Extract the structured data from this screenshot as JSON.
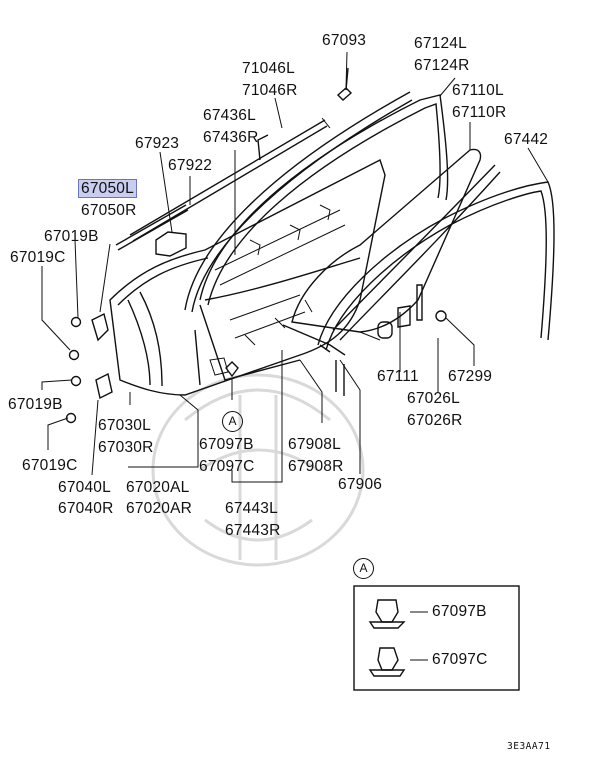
{
  "title_highlighted_part": "67050L",
  "labels": {
    "p67093": "67093",
    "p67124L": "67124L",
    "p67124R": "67124R",
    "p71046L": "71046L",
    "p71046R": "71046R",
    "p67110L": "67110L",
    "p67110R": "67110R",
    "p67436L": "67436L",
    "p67436R": "67436R",
    "p67442": "67442",
    "p67923": "67923",
    "p67922": "67922",
    "p67050L": "67050L",
    "p67050R": "67050R",
    "p67019B_a": "67019B",
    "p67019C_a": "67019C",
    "p67019B_b": "67019B",
    "p67019C_b": "67019C",
    "p67030L": "67030L",
    "p67030R": "67030R",
    "p67040L": "67040L",
    "p67040R": "67040R",
    "p67020AL": "67020AL",
    "p67020AR": "67020AR",
    "p67097B": "67097B",
    "p67097C": "67097C",
    "p67443L": "67443L",
    "p67443R": "67443R",
    "p67908L": "67908L",
    "p67908R": "67908R",
    "p67906": "67906",
    "p67111": "67111",
    "p67299": "67299",
    "p67026L": "67026L",
    "p67026R": "67026R"
  },
  "callout_letter": "A",
  "detail_box": {
    "letter": "A",
    "item1": "67097B",
    "item2": "67097C"
  },
  "diagram_code": "3E3AA71"
}
